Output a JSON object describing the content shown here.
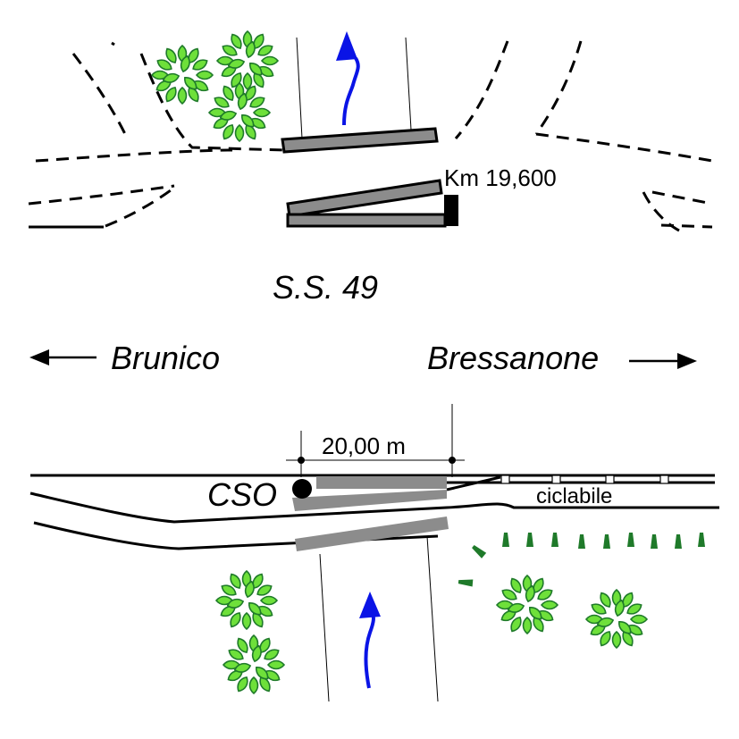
{
  "labels": {
    "km_marker": "Km 19,600",
    "road": "S.S. 49",
    "left_destination": "Brunico",
    "right_destination": "Bressanone",
    "distance": "20,00 m",
    "station": "CSO",
    "cycle_path": "ciclabile"
  },
  "colors": {
    "river_arrow": "#0a14e6",
    "tree_dark": "#1f7a2a",
    "tree_light": "#6ee03a",
    "deck": "#8c8c8c"
  },
  "icons": [
    "flow-arrow-icon",
    "tree-icon",
    "left-arrow-icon",
    "right-arrow-icon",
    "shrub-icon"
  ]
}
